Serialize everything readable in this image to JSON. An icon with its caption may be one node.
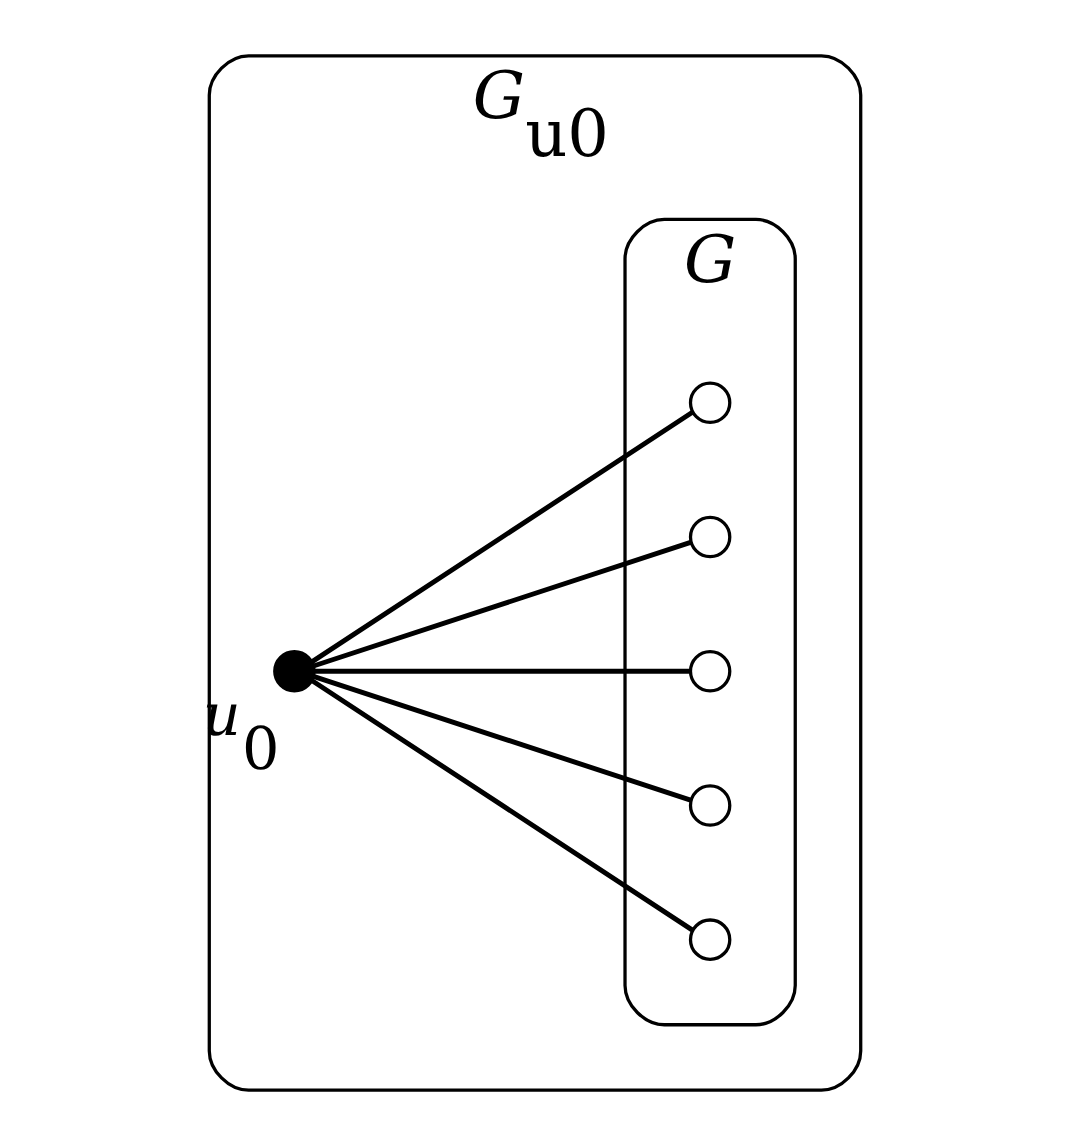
{
  "diagram": {
    "nodes": [
      {
        "text": [
          "G$_{u0}$"
        ]
      },
      {
        "text": [
          "G"
        ],
        "in": 0
      },
      {
        "text": [],
        "shape": "circle",
        "beside": [
          "u$_{0}$"
        ],
        "in": 0
      },
      {
        "text": [],
        "shape": "circle",
        "in": 1
      },
      {
        "text": [],
        "shape": "circle",
        "in": 1
      },
      {
        "text": [],
        "shape": "circle",
        "in": 1
      },
      {
        "text": [],
        "shape": "circle",
        "in": 1
      },
      {
        "text": [],
        "shape": "circle",
        "in": 1
      }
    ],
    "edges": [
      {
        "from": 2,
        "to": 3,
        "arrow": "none"
      },
      {
        "from": 2,
        "to": 4,
        "arrow": "none"
      },
      {
        "from": 2,
        "to": 5,
        "arrow": "none"
      },
      {
        "from": 2,
        "to": 6,
        "arrow": "none"
      },
      {
        "from": 2,
        "to": 7,
        "arrow": "none"
      }
    ]
  }
}
